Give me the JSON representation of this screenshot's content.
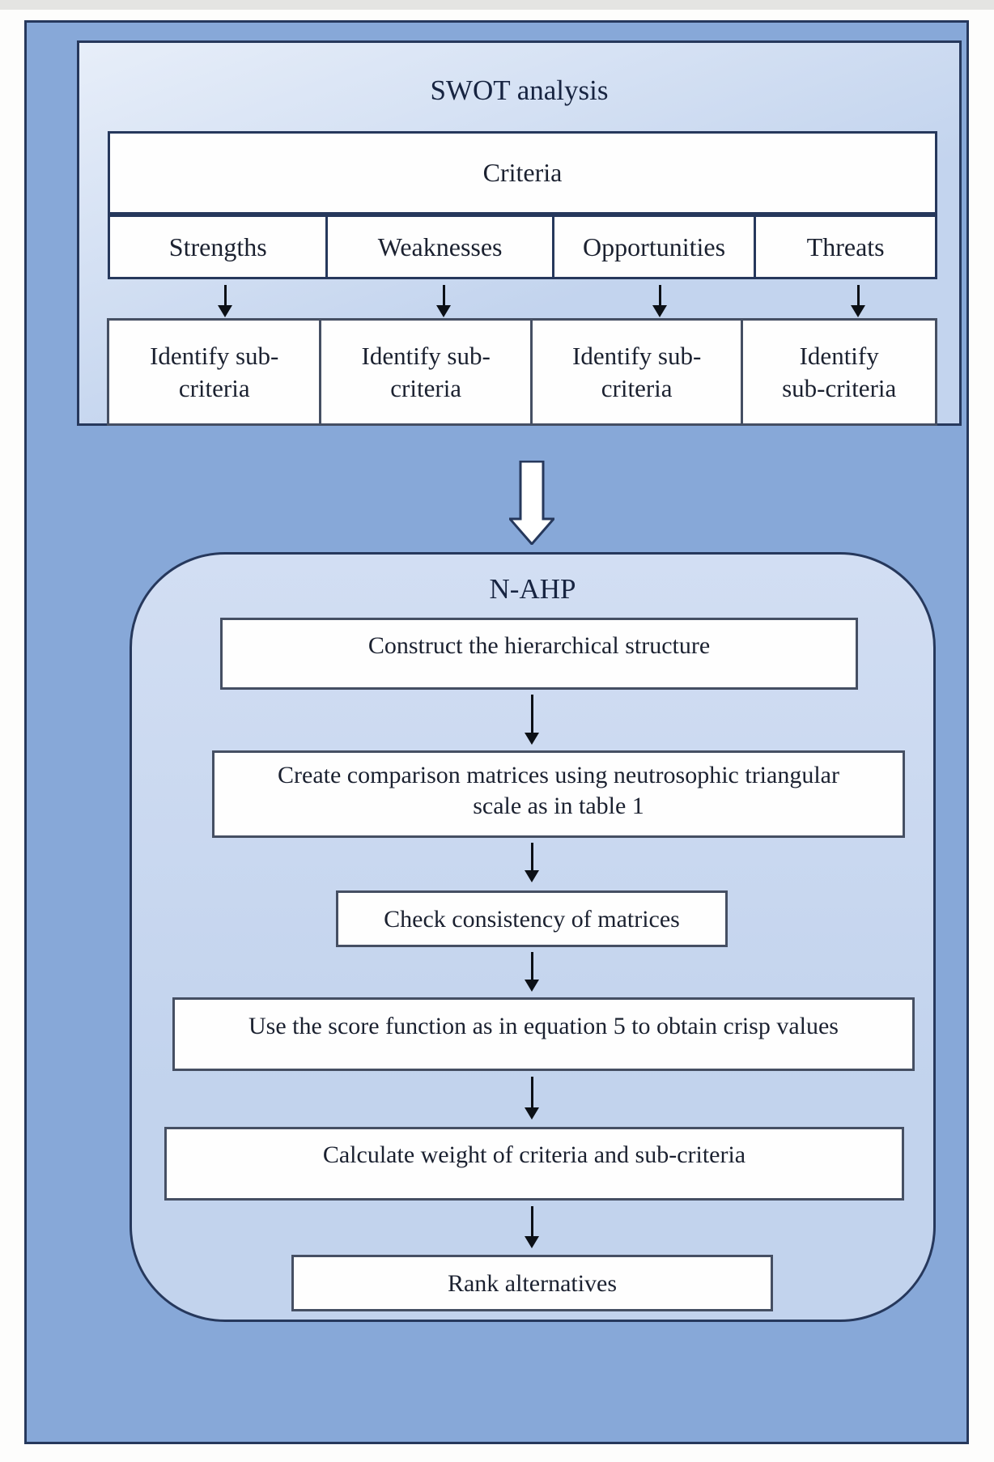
{
  "figure": {
    "type": "flowchart"
  },
  "colors": {
    "outer_bg": "#87a8d8",
    "swot_top": "#e7eef9",
    "swot_bottom": "#c3d4ee",
    "nahp_top": "#d2def3",
    "nahp_bottom": "#c2d3ed",
    "border_panel": "#26385c",
    "border_box": "#454f63",
    "box_bg": "#fefefe",
    "text": "#1b2130",
    "title_text": "#172441",
    "arrow": "#0c1016"
  },
  "swot": {
    "title": "SWOT analysis",
    "criteria_header": "Criteria",
    "columns": [
      {
        "label": "Strengths"
      },
      {
        "label": "Weaknesses"
      },
      {
        "label": "Opportunities"
      },
      {
        "label": "Threats"
      }
    ],
    "identify": [
      {
        "line1": "Identify sub-",
        "line2": "criteria"
      },
      {
        "line1": "Identify sub-",
        "line2": "criteria"
      },
      {
        "line1": "Identify sub-",
        "line2": "criteria"
      },
      {
        "line1": "Identify",
        "line2": "sub-criteria"
      }
    ]
  },
  "nahp": {
    "title": "N-AHP",
    "steps": [
      "Construct the hierarchical structure",
      "Create comparison matrices using neutrosophic triangular scale as in table 1",
      "Check consistency of matrices",
      "Use the score function as in equation 5 to obtain crisp values",
      "Calculate weight of criteria and sub-criteria",
      "Rank alternatives"
    ]
  }
}
